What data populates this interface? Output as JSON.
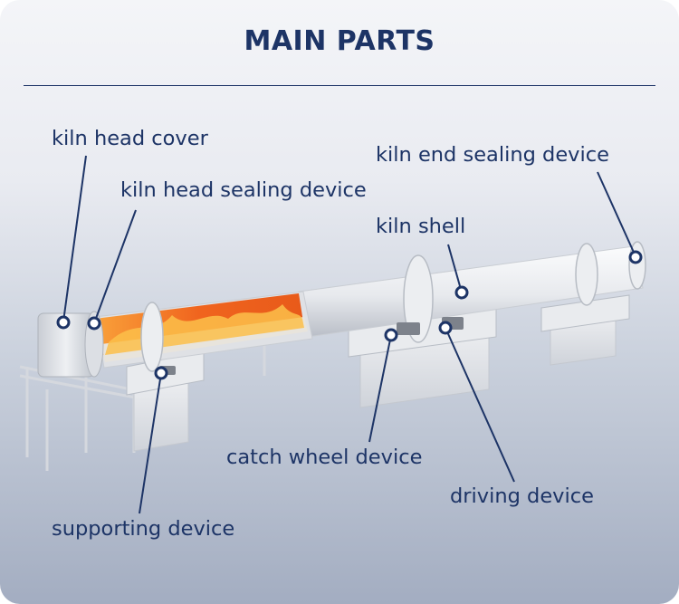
{
  "title": "MAIN PARTS",
  "labels": {
    "kiln_head_cover": "kiln head cover",
    "kiln_head_sealing_device": "kiln head sealing device",
    "kiln_end_sealing_device": "kiln end sealing device",
    "kiln_shell": "kiln shell",
    "catch_wheel_device": "catch wheel device",
    "driving_device": "driving device",
    "supporting_device": "supporting device"
  },
  "colors": {
    "text": "#1d3466",
    "callout_line": "#1d3466",
    "flame": "#f0641e",
    "kiln_body": "#e6e8ec"
  }
}
